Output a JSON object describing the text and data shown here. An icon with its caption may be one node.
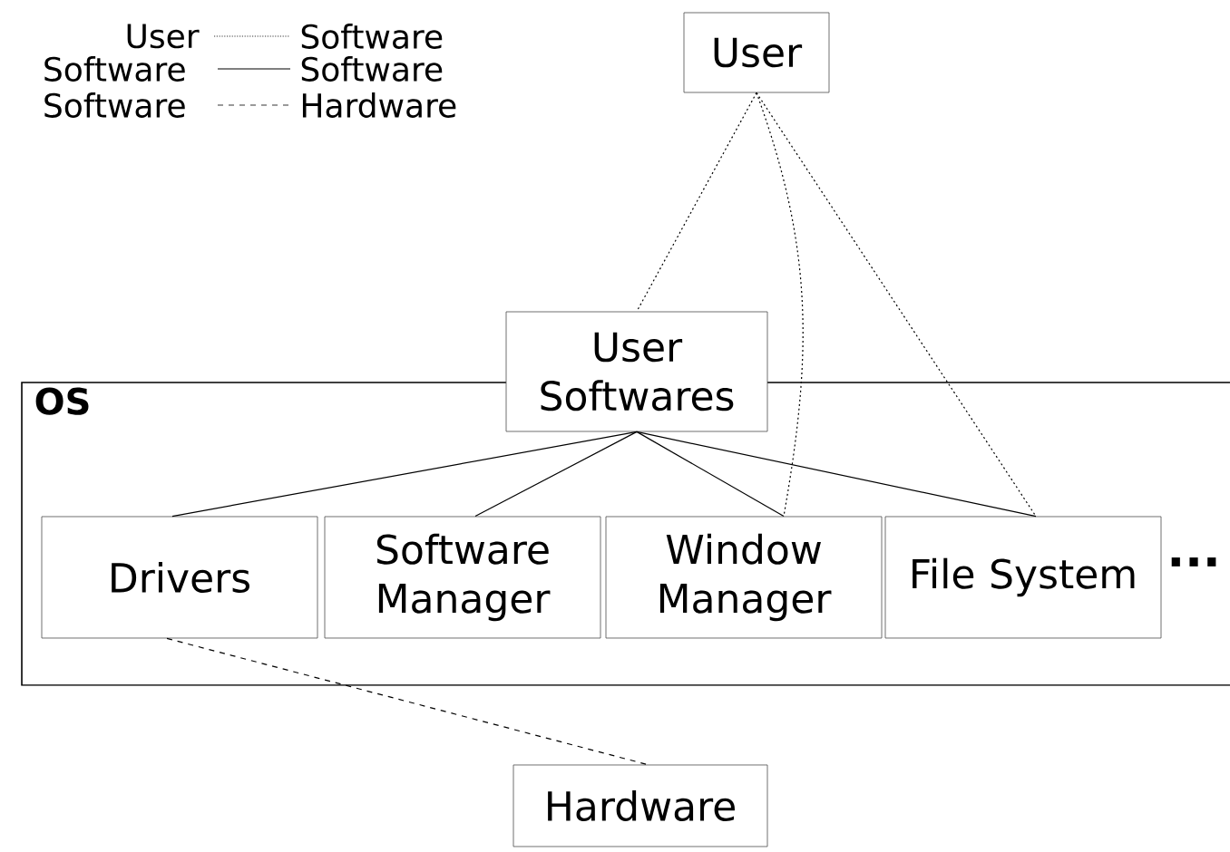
{
  "diagram": {
    "nodes": [
      {
        "text": [
          "User"
        ]
      },
      {
        "text": [
          "OS"
        ]
      },
      {
        "text": [
          "User Softwares"
        ]
      },
      {
        "text": [
          "Drivers"
        ],
        "in": 1
      },
      {
        "text": [
          "Software Manager"
        ],
        "in": 1
      },
      {
        "text": [
          "Window Manager"
        ],
        "in": 1
      },
      {
        "text": [
          "File System"
        ],
        "in": 1
      },
      {
        "text": [
          "Hardware"
        ]
      }
    ],
    "edges": [
      {
        "from": 0,
        "to": 2,
        "arrow": "none",
        "style": "dashed"
      },
      {
        "from": 0,
        "to": 5,
        "arrow": "none",
        "style": "dashed"
      },
      {
        "from": 0,
        "to": 6,
        "arrow": "none",
        "style": "dashed"
      },
      {
        "from": 2,
        "to": 3,
        "arrow": "none"
      },
      {
        "from": 2,
        "to": 4,
        "arrow": "none"
      },
      {
        "from": 2,
        "to": 5,
        "arrow": "none"
      },
      {
        "from": 2,
        "to": 6,
        "arrow": "none"
      },
      {
        "from": 3,
        "to": 7,
        "arrow": "none",
        "style": "dashed"
      }
    ],
    "labels": [
      "User",
      "Software",
      "Software",
      "Software",
      "Software",
      "Hardware",
      "..."
    ]
  }
}
